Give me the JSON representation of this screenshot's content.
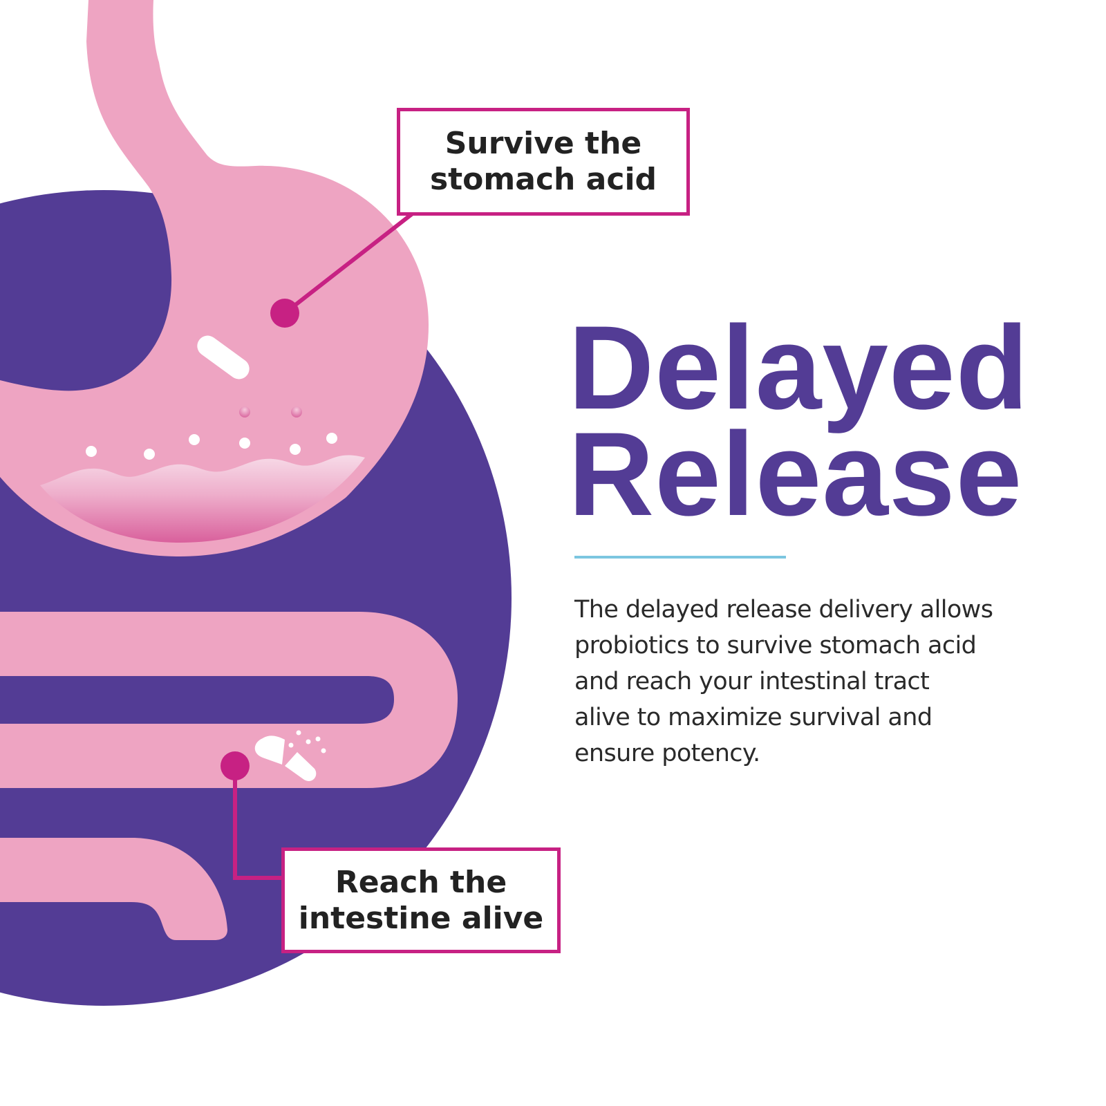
{
  "callouts": {
    "stomach": {
      "line1": "Survive the",
      "line2": "stomach acid"
    },
    "intestine": {
      "line1": "Reach the",
      "line2": "intestine alive"
    }
  },
  "title": {
    "line1": "Delayed",
    "line2": "Release"
  },
  "description": {
    "lines": [
      "The delayed release delivery allows",
      "probiotics to survive stomach acid",
      "and reach your intestinal tract",
      "alive to maximize survival and",
      "ensure potency."
    ]
  },
  "colors": {
    "purple": "#533C95",
    "pink": "#EEA4C2",
    "magenta": "#C72183",
    "accent_line": "#7CC6E0"
  }
}
